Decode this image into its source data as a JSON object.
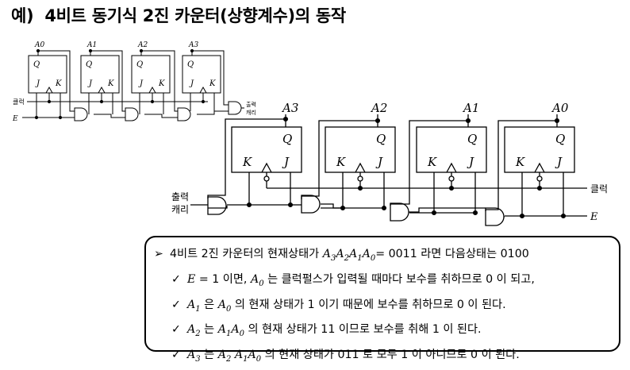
{
  "title": {
    "prefix": "예)",
    "text": "4비트 동기식 2진 카운터(상향계수)의 동작"
  },
  "small_diagram": {
    "outputs": [
      "A0",
      "A1",
      "A2",
      "A3"
    ],
    "q_label": "Q",
    "j_label": "J",
    "k_label": "K",
    "clock_label": "클럭",
    "enable_label": "E",
    "carry_label_1": "출력",
    "carry_label_2": "캐리"
  },
  "large_diagram": {
    "outputs": [
      "A3",
      "A2",
      "A1",
      "A0"
    ],
    "q_label": "Q",
    "j_label": "J",
    "k_label": "K",
    "clock_label": "클럭",
    "enable_label": "E",
    "carry_label_1": "출력",
    "carry_label_2": "캐리"
  },
  "note": {
    "arrow": "➢",
    "check": "✓",
    "line1": {
      "pre": "4비트 2진 카운터의 현재상태가 ",
      "eq": "= 0011 라면 다음상태는 0100"
    },
    "line2": {
      "var": "E",
      "mid": " = 1 이면, ",
      "post": " 는 클럭펄스가  입력될 때마다 보수를 취하므로 0 이 되고,"
    },
    "line3": {
      "post": " 은 ",
      "post2": " 의 현재 상태가 1 이기 때문에 보수를 취하므로 0 이 된다."
    },
    "line4": {
      "post": " 는 ",
      "post2": " 의 현재 상태가 11 이므로 보수를 취해 1 이 된다."
    },
    "line5": {
      "post": " 는 ",
      "post2": " 의 현재 상태가 011 로 모두 1 이 아니므로 0 이 된다."
    },
    "A": "A",
    "s0": "0",
    "s1": "1",
    "s2": "2",
    "s3": "3"
  }
}
